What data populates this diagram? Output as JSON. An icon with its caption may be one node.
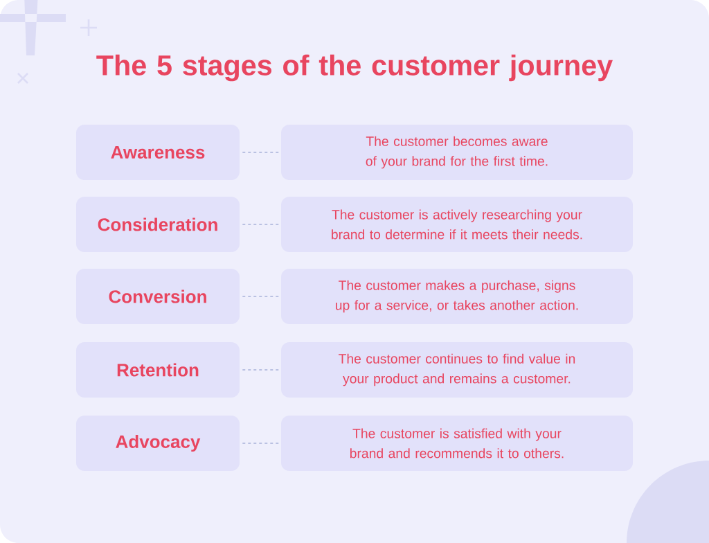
{
  "diagram": {
    "title": "The 5 stages of the customer journey",
    "nodes": [
      {
        "text": [
          "Awareness"
        ]
      },
      {
        "text": [
          "The customer becomes aware of your brand for the first time."
        ]
      },
      {
        "text": [
          "Consideration"
        ]
      },
      {
        "text": [
          "The customer is actively researching your brand to determine if it meets their needs."
        ]
      },
      {
        "text": [
          "Conversion"
        ]
      },
      {
        "text": [
          "The customer makes a purchase, signs up for a service, or takes another action."
        ]
      },
      {
        "text": [
          "Retention"
        ]
      },
      {
        "text": [
          "The customer continues to find value in your product and remains a customer."
        ]
      },
      {
        "text": [
          "Advocacy"
        ]
      },
      {
        "text": [
          "The customer is satisfied with your brand and recommends it to others."
        ]
      }
    ],
    "edges": [
      {
        "from": 0,
        "to": 1,
        "arrow": "none",
        "style": "dashed"
      },
      {
        "from": 2,
        "to": 3,
        "arrow": "none",
        "style": "dashed"
      },
      {
        "from": 4,
        "to": 5,
        "arrow": "none",
        "style": "dashed"
      },
      {
        "from": 6,
        "to": 7,
        "arrow": "none",
        "style": "dashed"
      },
      {
        "from": 8,
        "to": 9,
        "arrow": "none",
        "style": "dashed"
      }
    ]
  }
}
